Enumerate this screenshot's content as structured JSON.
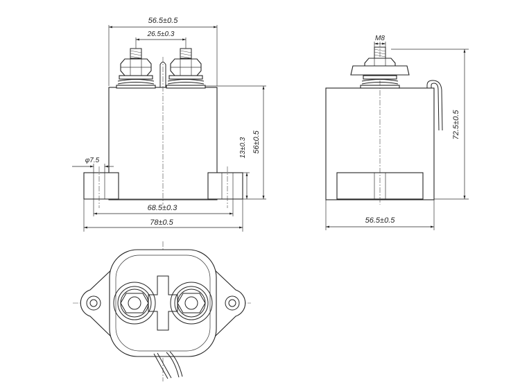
{
  "front_view": {
    "dim_width": "56.5±0.5",
    "dim_terminal_pitch": "26.5±0.3",
    "dim_hole_dia": "φ7.5",
    "dim_flange_height": "13±0.3",
    "dim_body_height": "56±0.5",
    "dim_hole_pitch": "68.5±0.3",
    "dim_overall_width": "78±0.5"
  },
  "side_view": {
    "dim_thread": "M8",
    "dim_total_height": "72.5±0.5",
    "dim_width": "56.5±0.5"
  },
  "colors": {
    "line": "#222222",
    "background": "#ffffff"
  },
  "icons": {
    "terminal": "hex-nut-stud",
    "mount_hole": "circle-hole"
  }
}
